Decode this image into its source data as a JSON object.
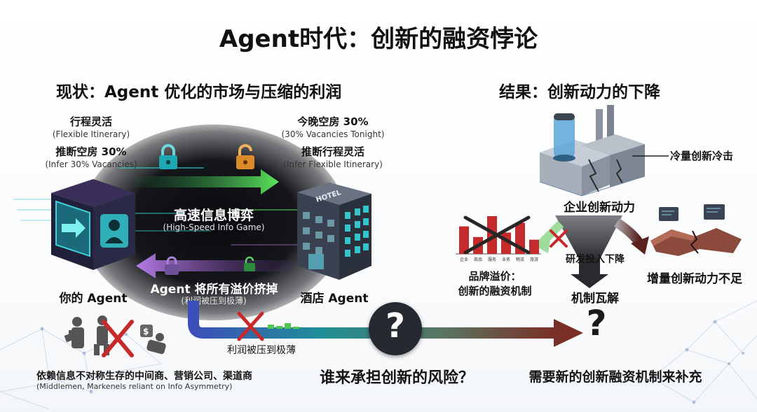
{
  "title": "Agent时代：创新的融资悖论",
  "left_section": {
    "heading": "现状：Agent 优化的市场与压缩的利润",
    "agent_top": {
      "cn1": "行程灵活",
      "en1": "(Flexible Itinerary)",
      "cn2": "推断空房 30%",
      "en2": "(Infer 30% Vacancies)"
    },
    "hotel_top": {
      "cn1": "今晚空房 30%",
      "en1": "(30% Vacancies Tonight)",
      "cn2": "推断行程灵活",
      "en2": "(Infer Flexible Itinerary)"
    },
    "center": {
      "cn": "高速信息博弈",
      "en": "(High-Speed Info Game)"
    },
    "bottom_center": {
      "cn": "Agent 将所有溢价挤掉",
      "en": "(利润被压到极薄)"
    },
    "your_agent": "你的 Agent",
    "hotel_agent": "酒店 Agent",
    "hotel_sign": "HOTEL",
    "profit_label": "利润被压到极薄",
    "middlemen": {
      "cn": "依赖信息不对称生存的中间商、营销公司、渠道商",
      "en": "(Middlemen, Markenels reliant on Info Asymmetry)"
    },
    "dollar_sign": "$"
  },
  "right_section": {
    "heading": "结果：创新动力的下降",
    "cold_label": "冷量创新冷击",
    "factory_label": "企业创新动力",
    "rd_label": "研发投入下降",
    "brand": {
      "line1": "品牌溢价：",
      "line2": "创新的融资机制"
    },
    "mechanism": "机制瓦解",
    "incremental": "增量创新动力不足",
    "bar_labels": [
      "企业",
      "商品",
      "服务",
      "业务",
      "物流",
      "旅游"
    ]
  },
  "bottom": {
    "question_mark": "?",
    "question_left": "谁来承担创新的风险？",
    "question_right": "需要新的创新融资机制来补充"
  },
  "chart_data": {
    "type": "bar",
    "categories": [
      "企业",
      "商品",
      "服务",
      "业务",
      "物流",
      "旅游"
    ],
    "values": [
      62,
      38,
      85,
      48,
      70,
      32
    ],
    "title": "",
    "xlabel": "",
    "ylabel": ""
  },
  "colors": {
    "red": "#c62a2a",
    "dark_red": "#6a2d27",
    "teal": "#1fb3b8",
    "green": "#4ec94e",
    "orange": "#e08a2e"
  }
}
